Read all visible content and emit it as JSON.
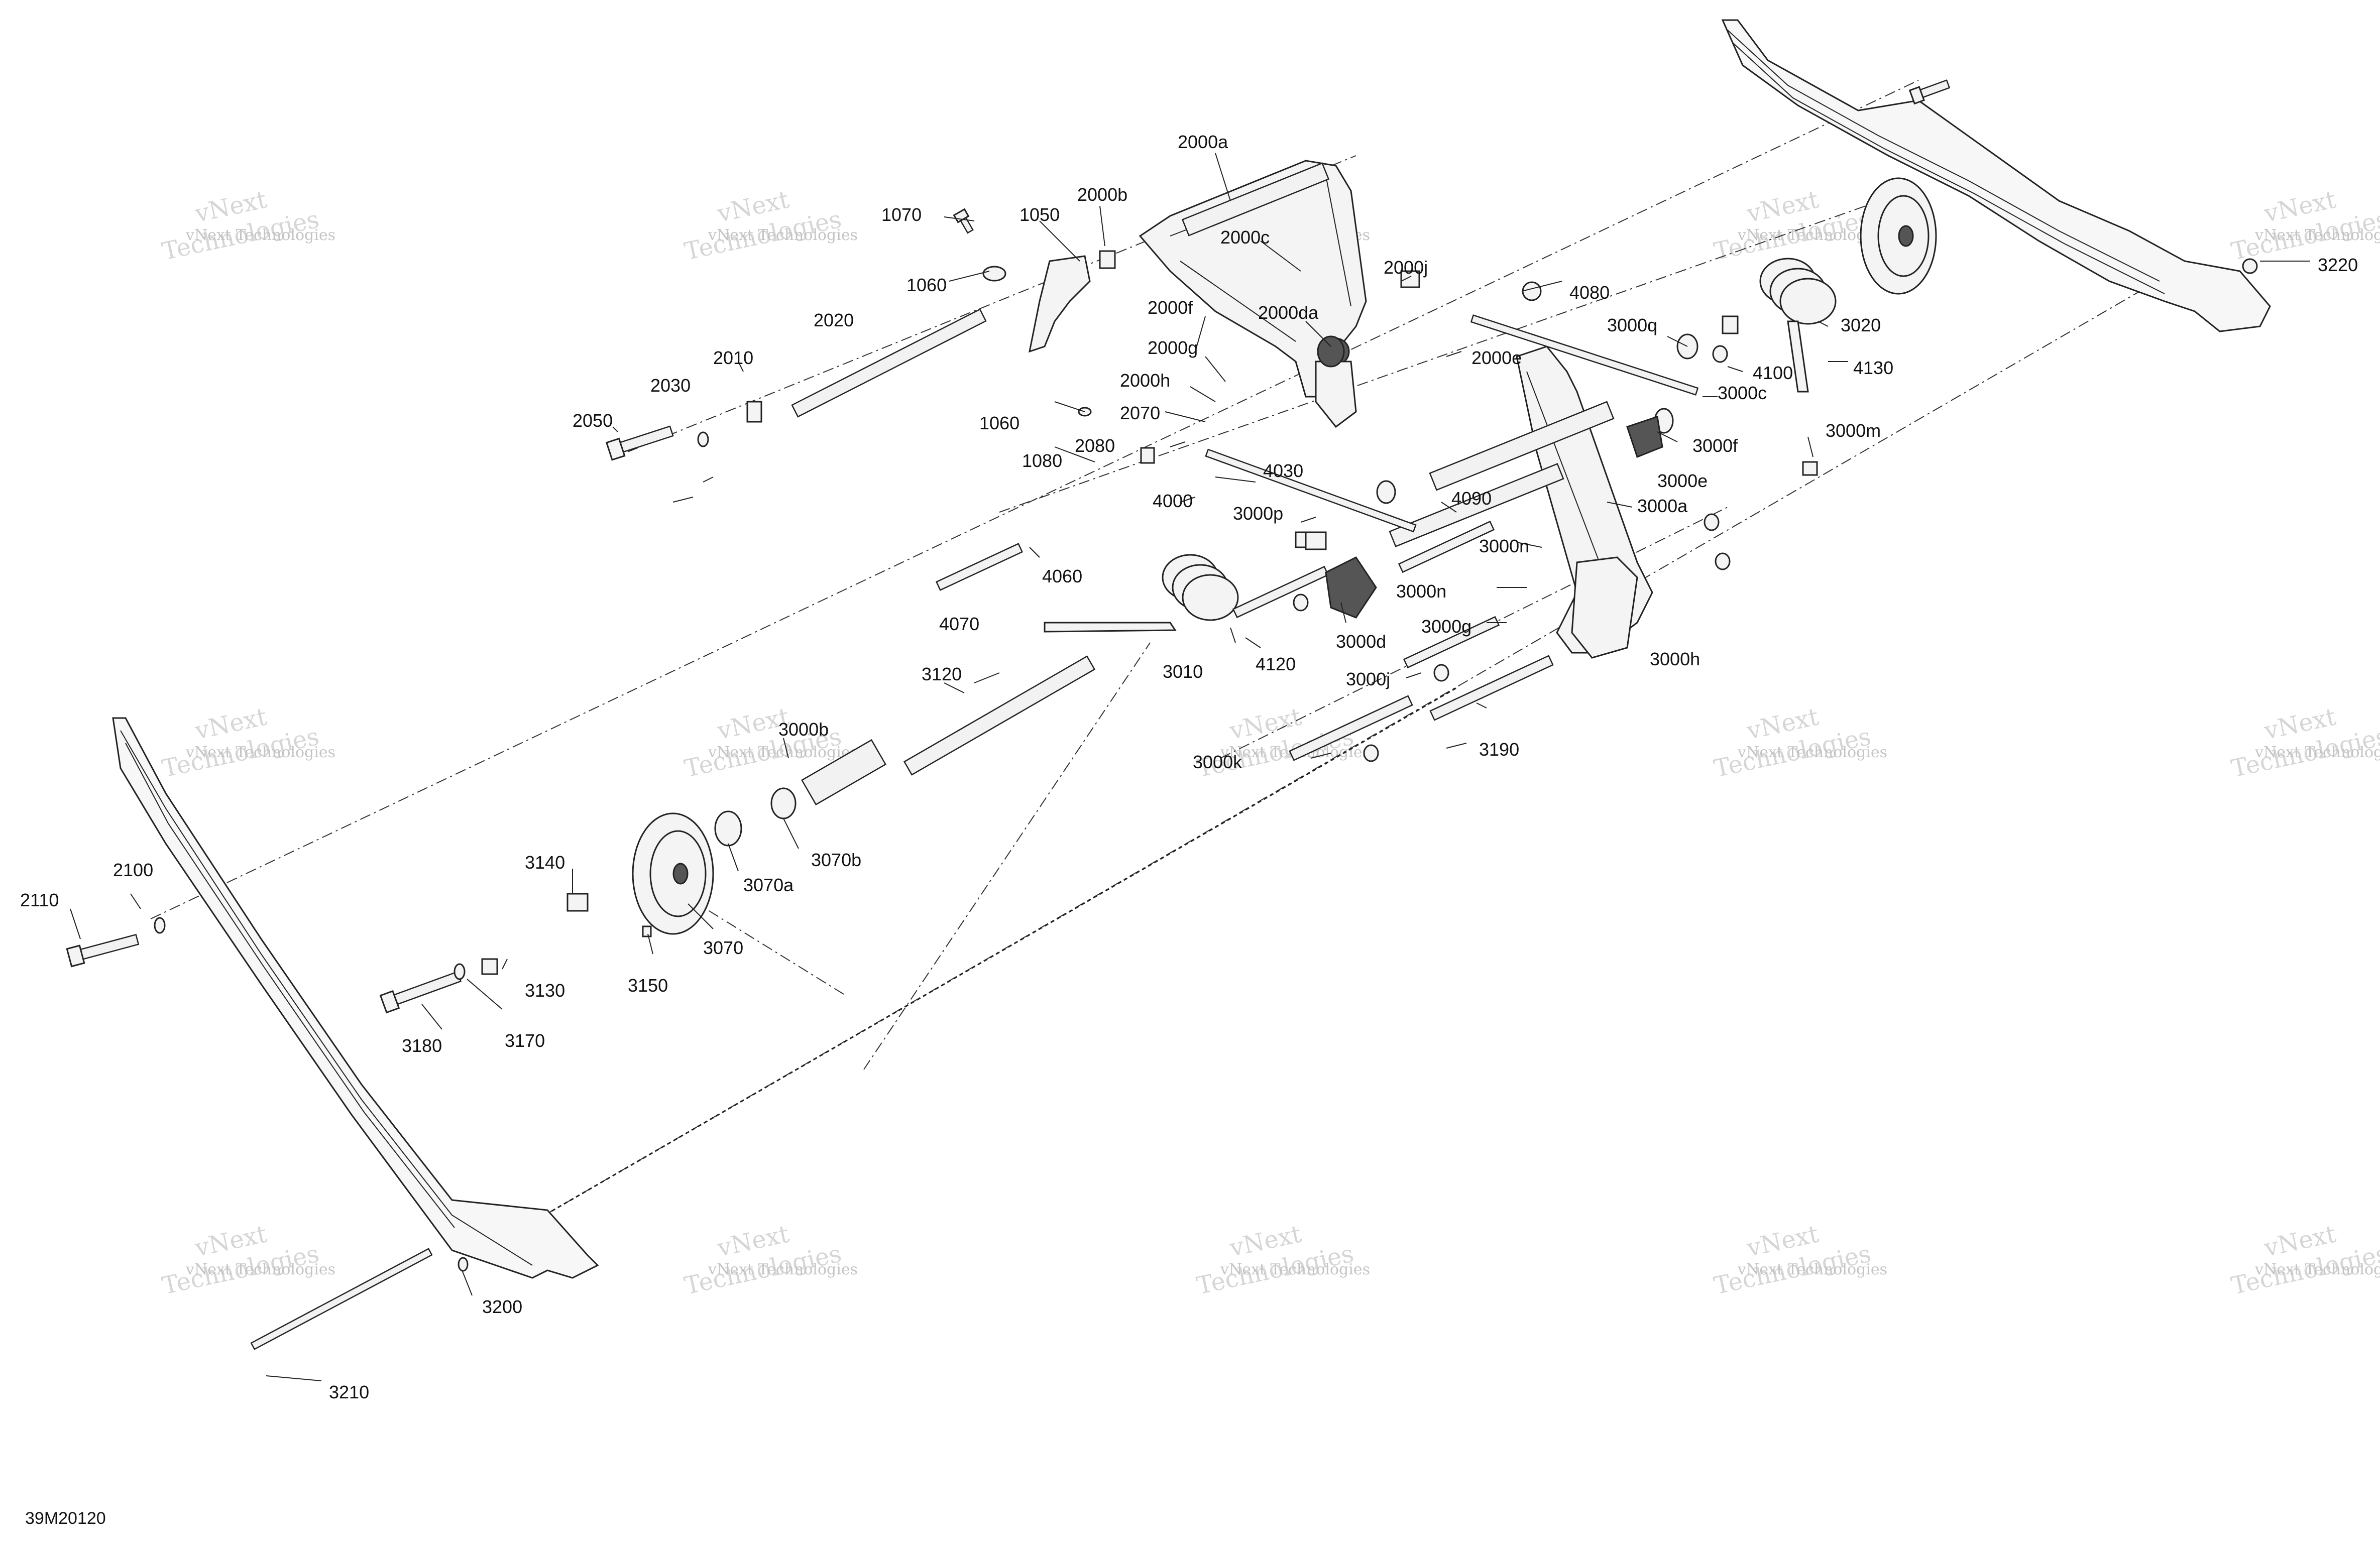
{
  "drawing": {
    "id": "39M20120"
  },
  "watermark": {
    "line1": "vNext Technologies",
    "line2": "vNext",
    "line3": "Technologies"
  },
  "callouts": [
    "1050",
    "1060",
    "1060",
    "1070",
    "1080",
    "2000a",
    "2000b",
    "2000c",
    "2000da",
    "2000e",
    "2000f",
    "2000g",
    "2000h",
    "2000j",
    "2010",
    "2020",
    "2030",
    "2050",
    "2070",
    "2080",
    "2100",
    "2110",
    "3000a",
    "3000b",
    "3000c",
    "3000d",
    "3000e",
    "3000f",
    "3000g",
    "3000h",
    "3000j",
    "3000k",
    "3000m",
    "3000n",
    "3000n",
    "3000p",
    "3000q",
    "3010",
    "3020",
    "3070",
    "3070a",
    "3070b",
    "3120",
    "3130",
    "3140",
    "3150",
    "3170",
    "3180",
    "3190",
    "3200",
    "3210",
    "3220",
    "4000",
    "4030",
    "4060",
    "4070",
    "4080",
    "4090",
    "4100",
    "4120",
    "4130"
  ]
}
